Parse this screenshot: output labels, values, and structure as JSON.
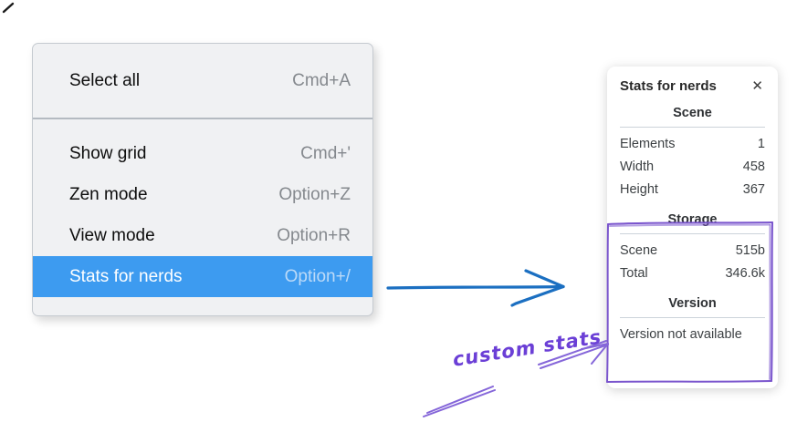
{
  "context_menu": {
    "sections": [
      {
        "items": [
          {
            "label": "Select all",
            "shortcut": "Cmd+A"
          }
        ]
      },
      {
        "items": [
          {
            "label": "Show grid",
            "shortcut": "Cmd+'"
          },
          {
            "label": "Zen mode",
            "shortcut": "Option+Z"
          },
          {
            "label": "View mode",
            "shortcut": "Option+R"
          },
          {
            "label": "Stats for nerds",
            "shortcut": "Option+/",
            "highlighted": true
          }
        ]
      }
    ]
  },
  "stats_panel": {
    "title": "Stats for nerds",
    "close_glyph": "✕",
    "scene": {
      "header": "Scene",
      "rows": [
        {
          "label": "Elements",
          "value": "1"
        },
        {
          "label": "Width",
          "value": "458"
        },
        {
          "label": "Height",
          "value": "367"
        }
      ]
    },
    "storage": {
      "header": "Storage",
      "rows": [
        {
          "label": "Scene",
          "value": "515b"
        },
        {
          "label": "Total",
          "value": "346.6k"
        }
      ]
    },
    "version": {
      "header": "Version",
      "note": "Version not available"
    }
  },
  "annotations": {
    "custom_stats": "custom stats"
  },
  "colors": {
    "menu_highlight_blue": "#3d9bf0",
    "arrow_blue": "#1b6fc1",
    "annotation_purple": "#7a55cd",
    "handwriting_purple": "#6b3fd6"
  }
}
